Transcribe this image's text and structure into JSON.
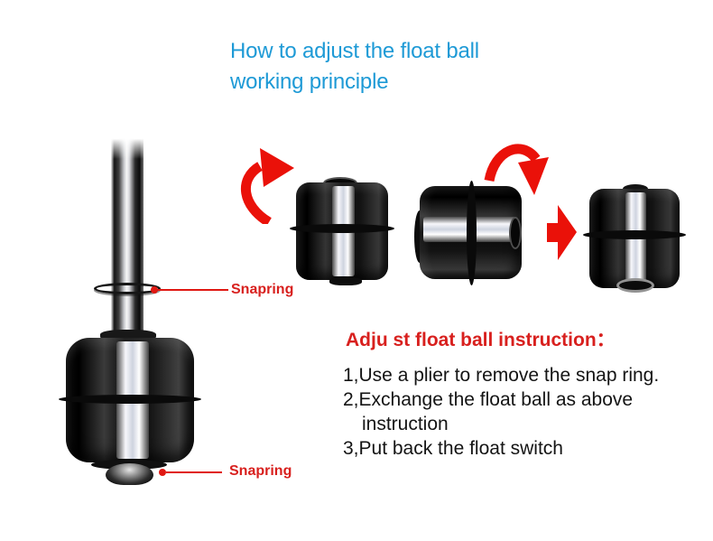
{
  "title": {
    "line1": "How to adjust the float ball",
    "line2": "working principle",
    "color": "#1E9AD6"
  },
  "callouts": {
    "snapring_top": "Snapring",
    "snapring_bottom": "Snapring",
    "color": "#D8201E"
  },
  "instructions": {
    "heading": "Adju st float ball instruction：",
    "heading_color": "#D8201E",
    "steps": [
      "1,Use a plier to remove the snap ring.",
      "2,Exchange the float ball as above",
      "instruction",
      "3,Put back the float switch"
    ]
  },
  "icons": {
    "rotate_arrow_1": "curved-rotate-arrow-up-right",
    "rotate_arrow_2": "curved-rotate-arrow-down-right",
    "proceed_arrow": "right-block-arrow",
    "arrow_color": "#EA1109"
  }
}
